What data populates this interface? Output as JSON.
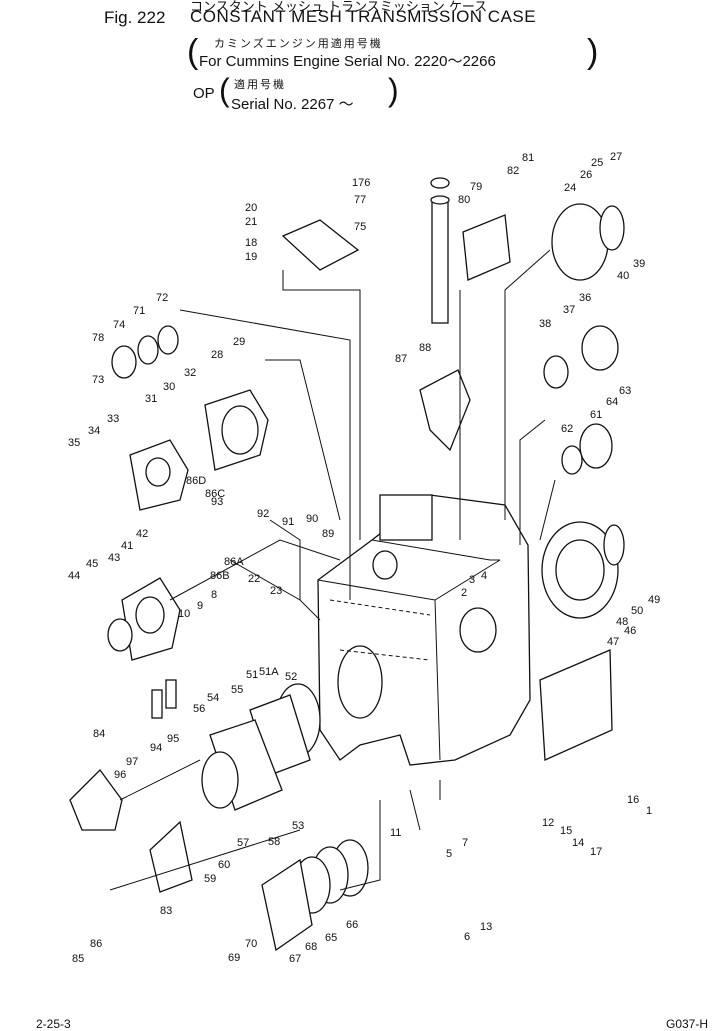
{
  "header": {
    "jp_title": "コンスタント メッシュ トランスミッション ケース",
    "fig_no": "Fig. 222",
    "title": "CONSTANT MESH TRANSMISSION CASE",
    "jp_sub1": "カミンズエンジン用適用号機",
    "line1": "For Cummins Engine Serial No. 2220～2266",
    "op": "OP",
    "jp_sub2": "適用号機",
    "line2": "Serial No. 2267 ～"
  },
  "footer": {
    "left": "2-25-3",
    "right": "G037-H"
  },
  "callouts": [
    "176",
    "77",
    "75",
    "79",
    "80",
    "82",
    "81",
    "24",
    "26",
    "25",
    "27",
    "20",
    "21",
    "18",
    "19",
    "72",
    "71",
    "74",
    "78",
    "73",
    "28",
    "29",
    "32",
    "30",
    "31",
    "33",
    "34",
    "35",
    "87",
    "88",
    "38",
    "37",
    "36",
    "40",
    "39",
    "62",
    "61",
    "64",
    "63",
    "86D",
    "86C",
    "93",
    "92",
    "91",
    "90",
    "89",
    "86A",
    "86B",
    "22",
    "42",
    "41",
    "43",
    "45",
    "44",
    "8",
    "9",
    "10",
    "23",
    "2",
    "3",
    "4",
    "47",
    "46",
    "48",
    "50",
    "49",
    "51",
    "51A",
    "52",
    "54",
    "55",
    "56",
    "94",
    "95",
    "96",
    "97",
    "84",
    "53",
    "58",
    "57",
    "60",
    "59",
    "83",
    "85",
    "86",
    "69",
    "70",
    "67",
    "68",
    "65",
    "66",
    "11",
    "7",
    "5",
    "6",
    "13",
    "12",
    "15",
    "14",
    "17",
    "16",
    "1"
  ]
}
